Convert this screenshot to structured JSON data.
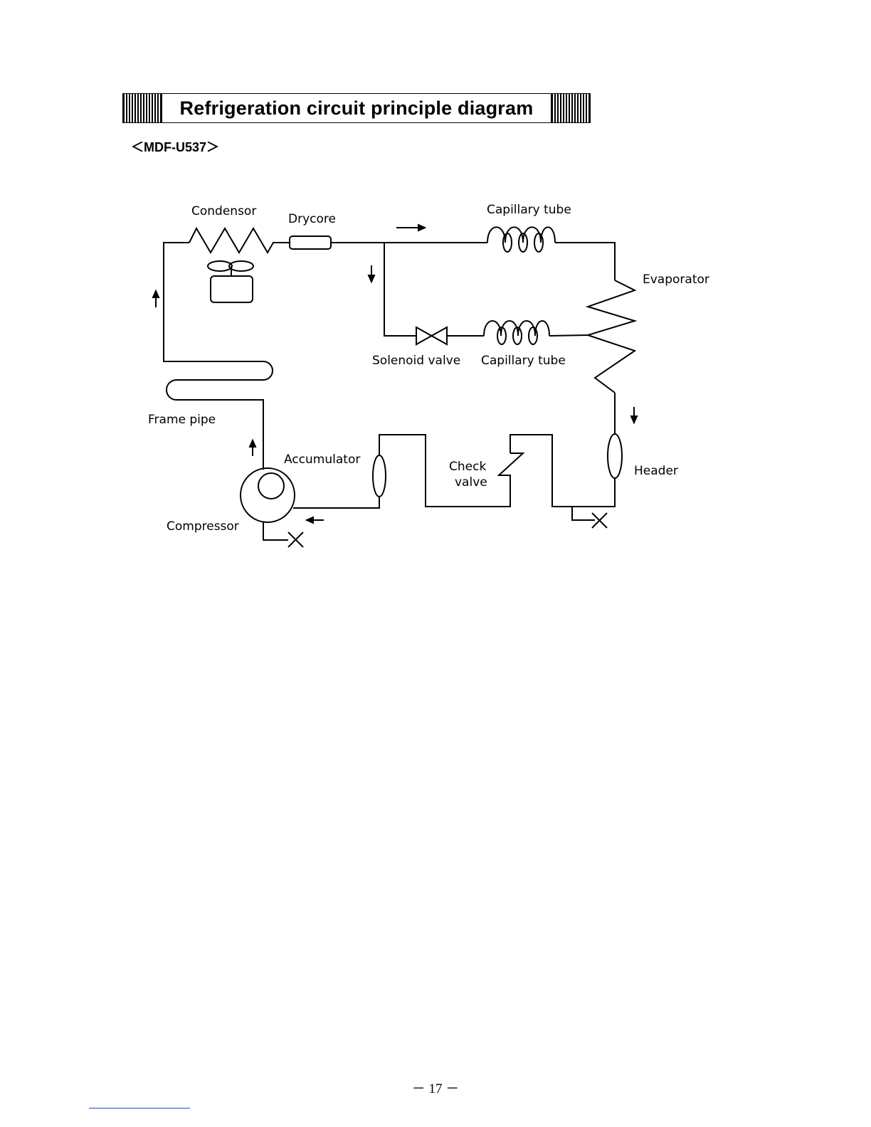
{
  "header": {
    "title": "Refrigeration circuit principle diagram",
    "model": "＜MDF-U537＞"
  },
  "diagram": {
    "labels": {
      "condensor": "Condensor",
      "drycore": "Drycore",
      "capillary_tube_top": "Capillary tube",
      "evaporator": "Evaporator",
      "solenoid_valve": "Solenoid valve",
      "capillary_tube_bottom": "Capillary tube",
      "frame_pipe": "Frame pipe",
      "accumulator": "Accumulator",
      "check_valve_line1": "Check",
      "check_valve_line2": "valve",
      "header": "Header",
      "compressor": "Compressor"
    }
  },
  "footer": {
    "page_number": "－  17 －"
  }
}
